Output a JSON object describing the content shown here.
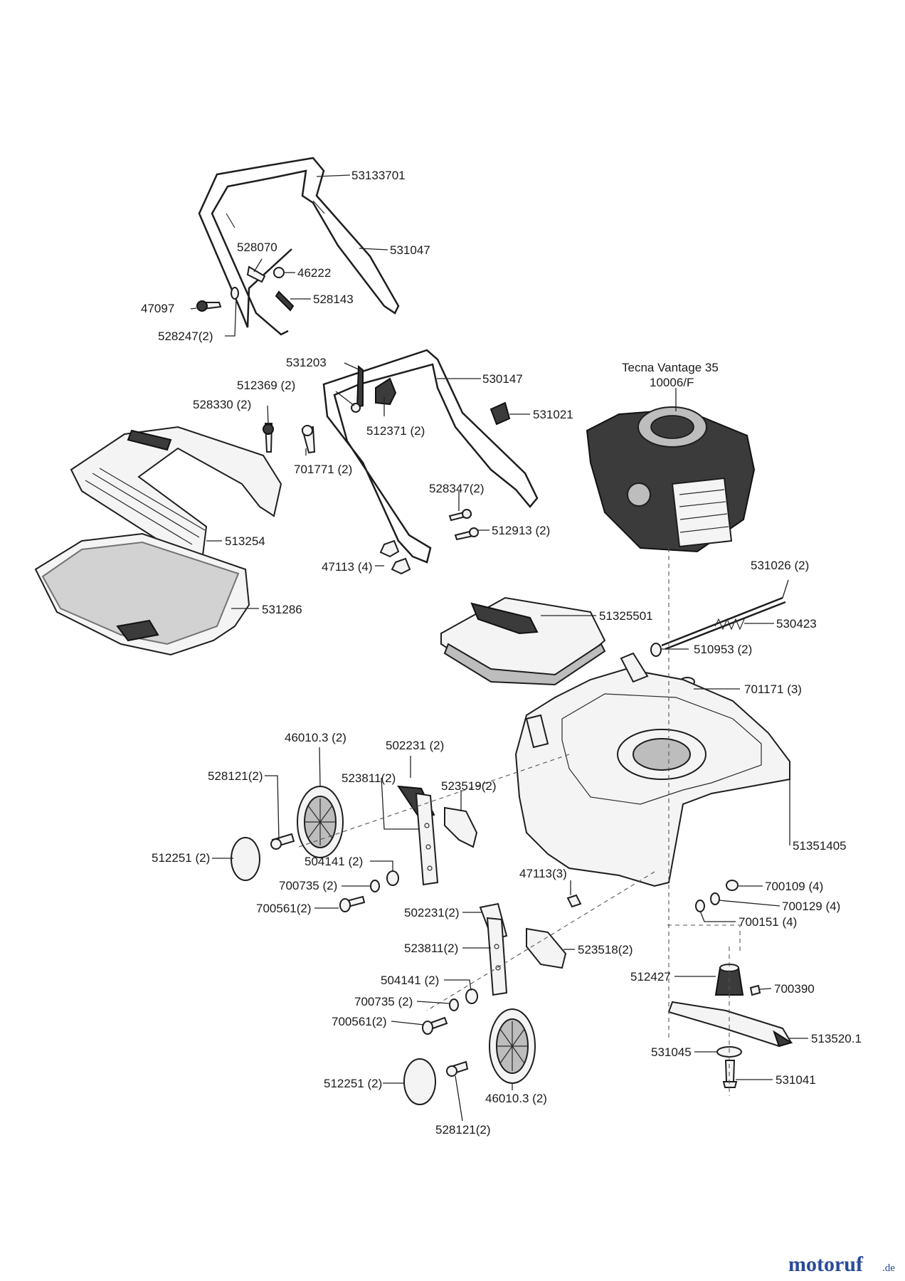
{
  "engine": {
    "model": "Tecna Vantage 35",
    "code": "10006/F"
  },
  "labels": {
    "l53133701": "53133701",
    "l531047": "531047",
    "l528070": "528070",
    "l46222": "46222",
    "l528143": "528143",
    "l47097": "47097",
    "l528247": "528247(2)",
    "l531203": "531203",
    "l530147": "530147",
    "l512369": "512369 (2)",
    "l528330": "528330 (2)",
    "l512371": "512371 (2)",
    "l531021": "531021",
    "l701771": "701771 (2)",
    "l528347": "528347(2)",
    "l512913": "512913 (2)",
    "l513254": "513254",
    "l47113a": "47113 (4)",
    "l531286": "531286",
    "l531026": "531026 (2)",
    "l51325501": "51325501",
    "l530423": "530423",
    "l510953": "510953 (2)",
    "l701171": "701171 (3)",
    "l46010a": "46010.3 (2)",
    "l502231a": "502231 (2)",
    "l528121a": "528121(2)",
    "l523811a": "523811(2)",
    "l523519": "523519(2)",
    "l51351405": "51351405",
    "l512251a": "512251 (2)",
    "l504141a": "504141 (2)",
    "l700735a": "700735 (2)",
    "l700561a": "700561(2)",
    "l47113b": "47113(3)",
    "l700109": "700109 (4)",
    "l700129": "700129 (4)",
    "l700151": "700151 (4)",
    "l502231b": "502231(2)",
    "l523811b": "523811(2)",
    "l523518": "523518(2)",
    "l504141b": "504141 (2)",
    "l700735b": "700735 (2)",
    "l700561b": "700561(2)",
    "l512427": "512427",
    "l700390": "700390",
    "l513520": "513520.1",
    "l531045": "531045",
    "l531041": "531041",
    "l512251b": "512251 (2)",
    "l46010b": "46010.3 (2)",
    "l528121b": "528121(2)"
  },
  "watermark": {
    "brand_main": "motoruf",
    "brand_tld": ".de"
  }
}
